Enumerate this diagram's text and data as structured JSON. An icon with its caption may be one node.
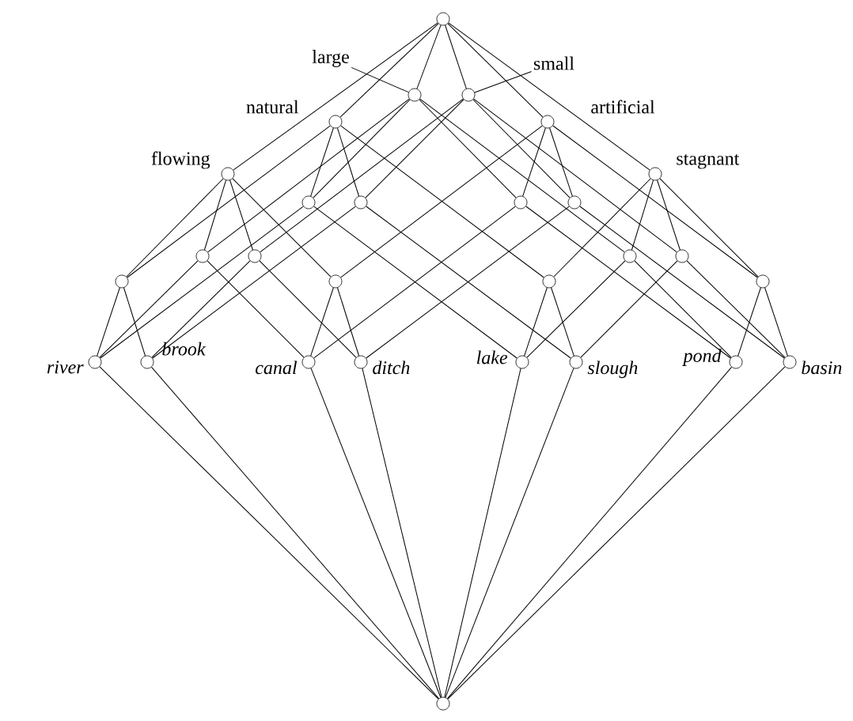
{
  "diagram": {
    "nodes": [
      {
        "text": [],
        "shape": "circle"
      },
      {
        "text": [],
        "shape": "circle"
      },
      {
        "text": [],
        "shape": "circle"
      },
      {
        "text": [],
        "shape": "circle",
        "beside": [
          "natural"
        ]
      },
      {
        "text": [],
        "shape": "circle",
        "beside": [
          "artificial"
        ]
      },
      {
        "text": [],
        "shape": "circle",
        "beside": [
          "flowing"
        ]
      },
      {
        "text": [],
        "shape": "circle",
        "beside": [
          "stagnant"
        ]
      },
      {
        "text": [],
        "shape": "circle"
      },
      {
        "text": [],
        "shape": "circle"
      },
      {
        "text": [],
        "shape": "circle"
      },
      {
        "text": [],
        "shape": "circle"
      },
      {
        "text": [],
        "shape": "circle"
      },
      {
        "text": [],
        "shape": "circle"
      },
      {
        "text": [],
        "shape": "circle"
      },
      {
        "text": [],
        "shape": "circle"
      },
      {
        "text": [],
        "shape": "circle"
      },
      {
        "text": [],
        "shape": "circle"
      },
      {
        "text": [],
        "shape": "circle"
      },
      {
        "text": [],
        "shape": "circle"
      },
      {
        "text": [],
        "shape": "circle",
        "beside": [
          "river"
        ]
      },
      {
        "text": [],
        "shape": "circle",
        "beside": [
          "brook"
        ]
      },
      {
        "text": [],
        "shape": "circle",
        "beside": [
          "canal"
        ]
      },
      {
        "text": [],
        "shape": "circle",
        "beside": [
          "ditch"
        ]
      },
      {
        "text": [],
        "shape": "circle",
        "beside": [
          "lake"
        ]
      },
      {
        "text": [],
        "shape": "circle",
        "beside": [
          "slough"
        ]
      },
      {
        "text": [],
        "shape": "circle",
        "beside": [
          "pond"
        ]
      },
      {
        "text": [],
        "shape": "circle",
        "beside": [
          "basin"
        ]
      },
      {
        "text": [],
        "shape": "circle"
      },
      {
        "text": [
          "large"
        ]
      },
      {
        "text": [
          "small"
        ]
      }
    ],
    "edges": [
      {
        "from": 0,
        "to": 1,
        "arrow": "none"
      },
      {
        "from": 0,
        "to": 2,
        "arrow": "none"
      },
      {
        "from": 0,
        "to": 3,
        "arrow": "none"
      },
      {
        "from": 0,
        "to": 4,
        "arrow": "none"
      },
      {
        "from": 0,
        "to": 5,
        "arrow": "none"
      },
      {
        "from": 0,
        "to": 6,
        "arrow": "none"
      },
      {
        "from": 1,
        "to": 7,
        "arrow": "none"
      },
      {
        "from": 1,
        "to": 9,
        "arrow": "none"
      },
      {
        "from": 1,
        "to": 11,
        "arrow": "none"
      },
      {
        "from": 1,
        "to": 13,
        "arrow": "none"
      },
      {
        "from": 2,
        "to": 8,
        "arrow": "none"
      },
      {
        "from": 2,
        "to": 10,
        "arrow": "none"
      },
      {
        "from": 2,
        "to": 12,
        "arrow": "none"
      },
      {
        "from": 2,
        "to": 14,
        "arrow": "none"
      },
      {
        "from": 3,
        "to": 7,
        "arrow": "none"
      },
      {
        "from": 3,
        "to": 8,
        "arrow": "none"
      },
      {
        "from": 3,
        "to": 15,
        "arrow": "none"
      },
      {
        "from": 3,
        "to": 17,
        "arrow": "none"
      },
      {
        "from": 4,
        "to": 9,
        "arrow": "none"
      },
      {
        "from": 4,
        "to": 10,
        "arrow": "none"
      },
      {
        "from": 4,
        "to": 16,
        "arrow": "none"
      },
      {
        "from": 4,
        "to": 18,
        "arrow": "none"
      },
      {
        "from": 5,
        "to": 11,
        "arrow": "none"
      },
      {
        "from": 5,
        "to": 12,
        "arrow": "none"
      },
      {
        "from": 5,
        "to": 15,
        "arrow": "none"
      },
      {
        "from": 5,
        "to": 16,
        "arrow": "none"
      },
      {
        "from": 6,
        "to": 13,
        "arrow": "none"
      },
      {
        "from": 6,
        "to": 14,
        "arrow": "none"
      },
      {
        "from": 6,
        "to": 17,
        "arrow": "none"
      },
      {
        "from": 6,
        "to": 18,
        "arrow": "none"
      },
      {
        "from": 7,
        "to": 19,
        "arrow": "none"
      },
      {
        "from": 7,
        "to": 23,
        "arrow": "none"
      },
      {
        "from": 8,
        "to": 20,
        "arrow": "none"
      },
      {
        "from": 8,
        "to": 24,
        "arrow": "none"
      },
      {
        "from": 9,
        "to": 21,
        "arrow": "none"
      },
      {
        "from": 9,
        "to": 25,
        "arrow": "none"
      },
      {
        "from": 10,
        "to": 22,
        "arrow": "none"
      },
      {
        "from": 10,
        "to": 26,
        "arrow": "none"
      },
      {
        "from": 11,
        "to": 19,
        "arrow": "none"
      },
      {
        "from": 11,
        "to": 21,
        "arrow": "none"
      },
      {
        "from": 12,
        "to": 20,
        "arrow": "none"
      },
      {
        "from": 12,
        "to": 22,
        "arrow": "none"
      },
      {
        "from": 13,
        "to": 23,
        "arrow": "none"
      },
      {
        "from": 13,
        "to": 25,
        "arrow": "none"
      },
      {
        "from": 14,
        "to": 24,
        "arrow": "none"
      },
      {
        "from": 14,
        "to": 26,
        "arrow": "none"
      },
      {
        "from": 15,
        "to": 19,
        "arrow": "none"
      },
      {
        "from": 15,
        "to": 20,
        "arrow": "none"
      },
      {
        "from": 16,
        "to": 21,
        "arrow": "none"
      },
      {
        "from": 16,
        "to": 22,
        "arrow": "none"
      },
      {
        "from": 17,
        "to": 23,
        "arrow": "none"
      },
      {
        "from": 17,
        "to": 24,
        "arrow": "none"
      },
      {
        "from": 18,
        "to": 25,
        "arrow": "none"
      },
      {
        "from": 18,
        "to": 26,
        "arrow": "none"
      },
      {
        "from": 19,
        "to": 27,
        "arrow": "none"
      },
      {
        "from": 20,
        "to": 27,
        "arrow": "none"
      },
      {
        "from": 21,
        "to": 27,
        "arrow": "none"
      },
      {
        "from": 22,
        "to": 27,
        "arrow": "none"
      },
      {
        "from": 23,
        "to": 27,
        "arrow": "none"
      },
      {
        "from": 24,
        "to": 27,
        "arrow": "none"
      },
      {
        "from": 25,
        "to": 27,
        "arrow": "none"
      },
      {
        "from": 26,
        "to": 27,
        "arrow": "none"
      },
      {
        "from": 28,
        "to": 1,
        "arrow": "none"
      },
      {
        "from": 29,
        "to": 2,
        "arrow": "none"
      }
    ]
  }
}
